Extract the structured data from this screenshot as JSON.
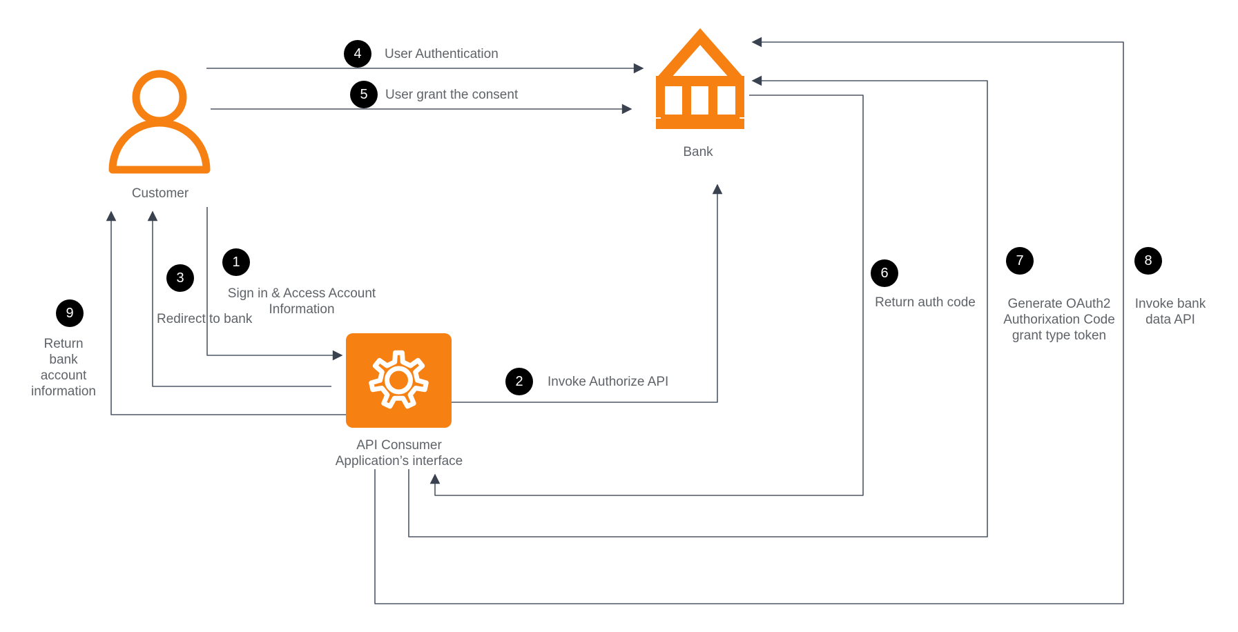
{
  "diagram": {
    "colors": {
      "accent_orange": "#F78012",
      "line": "#4D5766",
      "arrowhead": "#39424E",
      "text_gray": "#5F6368",
      "badge_bg": "#000000",
      "badge_text": "#FFFFFF"
    },
    "nodes": {
      "customer": {
        "label": "Customer",
        "icon": "person-icon"
      },
      "bank": {
        "label": "Bank",
        "icon": "bank-icon"
      },
      "api_consumer": {
        "icon": "gear-icon",
        "lines": [
          "API Consumer",
          "Application’s interface"
        ]
      }
    },
    "steps": [
      {
        "number": "1",
        "lines": [
          "Sign in & Access Account",
          "Information"
        ]
      },
      {
        "number": "2",
        "lines": [
          "Invoke Authorize API"
        ]
      },
      {
        "number": "3",
        "lines": [
          "Redirect to bank"
        ]
      },
      {
        "number": "4",
        "lines": [
          "User Authentication"
        ]
      },
      {
        "number": "5",
        "lines": [
          "User grant the consent"
        ]
      },
      {
        "number": "6",
        "lines": [
          "Return auth code"
        ]
      },
      {
        "number": "7",
        "lines": [
          "Generate OAuth2",
          "Authorixation Code",
          "grant type token"
        ]
      },
      {
        "number": "8",
        "lines": [
          "Invoke bank",
          "data API"
        ]
      },
      {
        "number": "9",
        "lines": [
          "Return",
          "bank",
          "account",
          "information"
        ]
      }
    ]
  }
}
